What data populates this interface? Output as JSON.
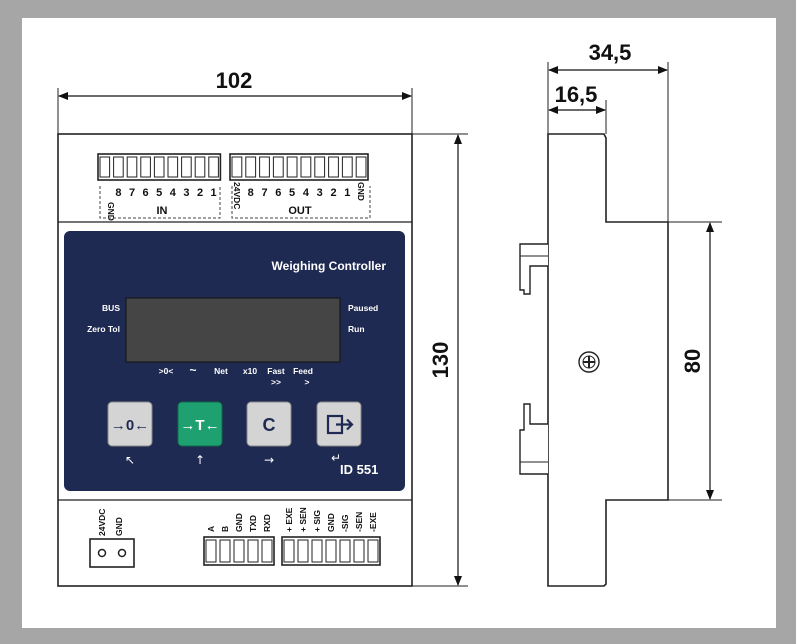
{
  "dimensions": {
    "width": "102",
    "height": "130",
    "depth": "34,5",
    "rail_offset": "16,5",
    "rail_height": "80"
  },
  "top_terminals": {
    "in_pins": [
      "GND",
      "8",
      "7",
      "6",
      "5",
      "4",
      "3",
      "2",
      "1"
    ],
    "in_label": "IN",
    "out_pins": [
      "24VDC",
      "8",
      "7",
      "6",
      "5",
      "4",
      "3",
      "2",
      "1",
      "GND"
    ],
    "out_label": "OUT"
  },
  "panel": {
    "title": "Weighing Controller",
    "left_indicators": [
      "BUS",
      "Zero Tol"
    ],
    "right_indicators": [
      "Paused",
      "Run"
    ],
    "status_labels": [
      {
        "top": ">0<",
        "bottom": ""
      },
      {
        "top": "~",
        "bottom": ""
      },
      {
        "top": "Net",
        "bottom": ""
      },
      {
        "top": "x10",
        "bottom": ""
      },
      {
        "top": "Fast",
        "bottom": ">>"
      },
      {
        "top": "Feed",
        "bottom": ">"
      }
    ],
    "buttons": [
      {
        "glyph": "→0←",
        "arrow": "↖"
      },
      {
        "glyph": "→T←",
        "arrow": "↑"
      },
      {
        "glyph": "C",
        "arrow": "→"
      },
      {
        "glyph": "",
        "arrow": "↵"
      }
    ],
    "model": "ID 551"
  },
  "bottom_terminals": {
    "power_pins": [
      "24VDC",
      "GND"
    ],
    "comm_pins": [
      "A",
      "B",
      "GND",
      "TXD",
      "RXD"
    ],
    "sensor_pins": [
      "+ EXE",
      "+ SEN",
      "+ SIG",
      "GND",
      "-SIG",
      "-SEN",
      "-EXE"
    ]
  },
  "colors": {
    "panel": "#1e2a52",
    "button_face": "#d4d4d4",
    "tare_button": "#1fa070",
    "outline": "#222222",
    "page_border": "#a6a6a6"
  }
}
